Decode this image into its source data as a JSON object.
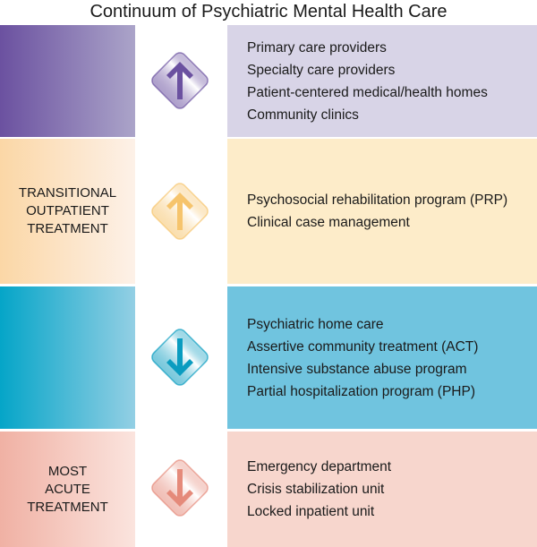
{
  "title": "Continuum of Psychiatric Mental Health Care",
  "rows": [
    {
      "label": "",
      "arrow": "up",
      "colors": {
        "main": "#6b51a0",
        "light": "#d8d4e7"
      },
      "items": [
        "Primary care providers",
        "Specialty care providers",
        "Patient-centered medical/health homes",
        "Community clinics"
      ]
    },
    {
      "label": "TRANSITIONAL OUTPATIENT TREATMENT",
      "label_lines": [
        "TRANSITIONAL",
        "OUTPATIENT",
        "TREATMENT"
      ],
      "arrow": "up",
      "colors": {
        "main": "#f6c46c",
        "light": "#fdecc9"
      },
      "items": [
        "Psychosocial rehabilitation program (PRP)",
        "Clinical case management"
      ]
    },
    {
      "label": "",
      "arrow": "down",
      "colors": {
        "main": "#0a9cc0",
        "light": "#70c4df"
      },
      "items": [
        "Psychiatric home care",
        "Assertive community treatment (ACT)",
        "Intensive substance abuse program",
        "Partial hospitalization program (PHP)"
      ]
    },
    {
      "label": "MOST ACUTE TREATMENT",
      "label_lines": [
        "MOST",
        "ACUTE",
        "TREATMENT"
      ],
      "arrow": "down",
      "colors": {
        "main": "#e58a7a",
        "light": "#f7d6cd"
      },
      "items": [
        "Emergency department",
        "Crisis stabilization unit",
        "Locked inpatient unit"
      ]
    }
  ]
}
